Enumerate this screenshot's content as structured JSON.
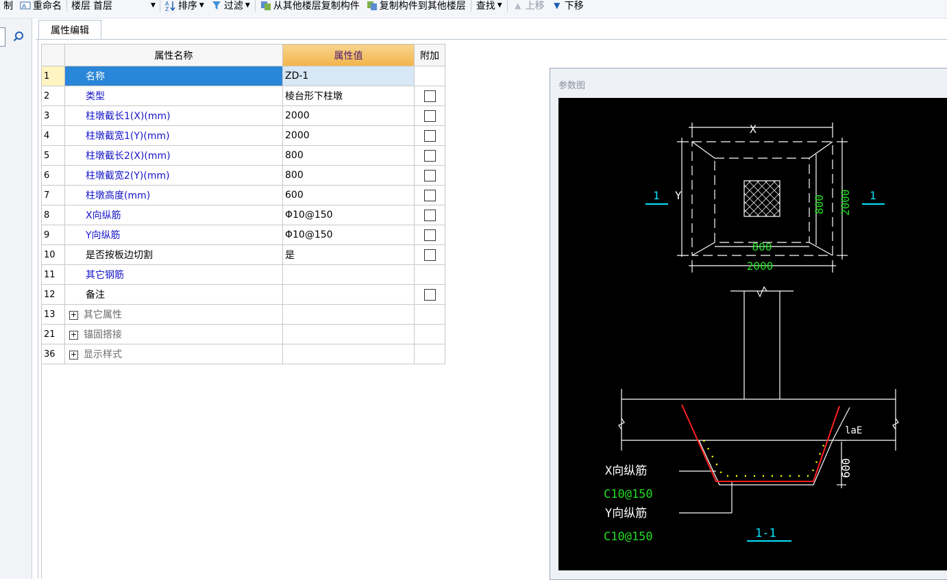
{
  "toolbar": {
    "edge_label": "制",
    "rename_label": "重命名",
    "floor_label": "楼层",
    "floor_value": "首层",
    "sort_label": "排序",
    "filter_label": "过滤",
    "copy_from_label": "从其他楼层复制构件",
    "copy_to_label": "复制构件到其他楼层",
    "find_label": "查找",
    "move_up_label": "上移",
    "move_down_label": "下移"
  },
  "tab": {
    "label": "属性编辑"
  },
  "grid": {
    "headers": {
      "name": "属性名称",
      "value": "属性值",
      "extra": "附加"
    },
    "rows": [
      {
        "num": "1",
        "name": "名称",
        "value": "ZD-1",
        "checkbox": false
      },
      {
        "num": "2",
        "name": "类型",
        "value": "棱台形下柱墩",
        "checkbox": true
      },
      {
        "num": "3",
        "name": "柱墩截长1(X)(mm)",
        "value": "2000",
        "checkbox": true
      },
      {
        "num": "4",
        "name": "柱墩截宽1(Y)(mm)",
        "value": "2000",
        "checkbox": true
      },
      {
        "num": "5",
        "name": "柱墩截长2(X)(mm)",
        "value": "800",
        "checkbox": true
      },
      {
        "num": "6",
        "name": "柱墩截宽2(Y)(mm)",
        "value": "800",
        "checkbox": true
      },
      {
        "num": "7",
        "name": "柱墩高度(mm)",
        "value": "600",
        "checkbox": true
      },
      {
        "num": "8",
        "name": "X向纵筋",
        "value": "Φ10@150",
        "checkbox": true
      },
      {
        "num": "9",
        "name": "Y向纵筋",
        "value": "Φ10@150",
        "checkbox": true
      },
      {
        "num": "10",
        "name": "是否按板边切割",
        "value": "是",
        "checkbox": true
      },
      {
        "num": "11",
        "name": "其它钢筋",
        "value": "",
        "checkbox": false
      },
      {
        "num": "12",
        "name": "备注",
        "value": "",
        "checkbox": true
      },
      {
        "num": "13",
        "name": "其它属性",
        "value": "",
        "checkbox": false
      },
      {
        "num": "21",
        "name": "锚固搭接",
        "value": "",
        "checkbox": false
      },
      {
        "num": "36",
        "name": "显示样式",
        "value": "",
        "checkbox": false
      }
    ]
  },
  "figure": {
    "title": "参数图",
    "plan": {
      "x": "X",
      "y": "Y",
      "inner_x": "800",
      "outer_x": "2000",
      "inner_y": "800",
      "outer_y": "2000",
      "section_mark": "1"
    },
    "section": {
      "lae": "laE",
      "height": "600",
      "x_rebar": "X向纵筋",
      "x_rebar_value": "C10@150",
      "y_rebar": "Y向纵筋",
      "y_rebar_value": "C10@150",
      "section_name": "1-1"
    }
  },
  "colors": {
    "selected_row": "#2a86d8",
    "blue_text": "#1414c8",
    "header_value": "#f3b44a",
    "cad_bg": "#000000",
    "cad_green": "#22dd22",
    "cad_cyan": "#00e5ff",
    "cad_red": "#ff0000",
    "cad_yellow": "#ffff00"
  }
}
